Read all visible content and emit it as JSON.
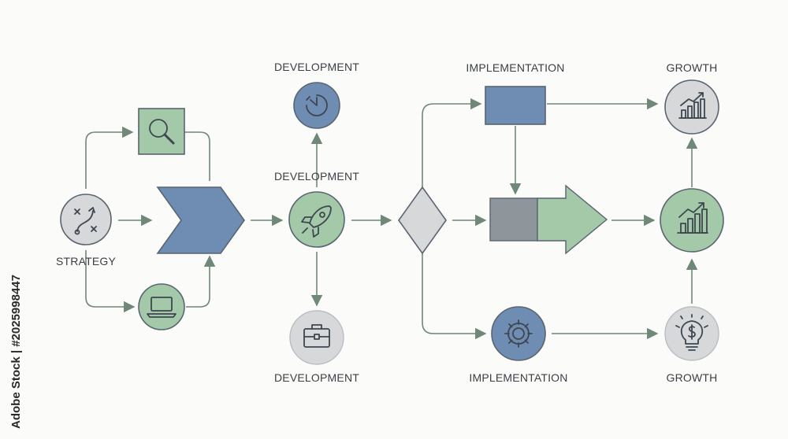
{
  "labels": {
    "strategy": "STRATEGY",
    "development_top": "DEVELOPMENT",
    "development_mid": "DEVELOPMENT",
    "development_bottom": "DEVELOPMENT",
    "implementation_top": "IMPLEMENTATION",
    "implementation_bottom": "IMPLEMENTATION",
    "growth_top": "GROWTH",
    "growth_bottom": "GROWTH"
  },
  "watermark": {
    "stock_id": "Adobe Stock | #2025998447"
  },
  "colors": {
    "blue": "#6f8db3",
    "green": "#a3c9a8",
    "gray": "#d6d8da",
    "dark_gray": "#8e969c",
    "stroke": "#59656f",
    "arrow": "#6f8877"
  },
  "nodes": [
    {
      "id": "strategy-circle",
      "icon": "strategy-play-icon",
      "fill": "gray"
    },
    {
      "id": "search-square",
      "icon": "magnifier-icon",
      "fill": "green"
    },
    {
      "id": "laptop-circle",
      "icon": "laptop-icon",
      "fill": "green"
    },
    {
      "id": "chevron",
      "icon": "",
      "fill": "blue"
    },
    {
      "id": "timer-circle",
      "icon": "timer-icon",
      "fill": "blue"
    },
    {
      "id": "rocket-circle",
      "icon": "rocket-icon",
      "fill": "green"
    },
    {
      "id": "briefcase-circle",
      "icon": "briefcase-icon",
      "fill": "gray"
    },
    {
      "id": "decision-diamond",
      "icon": "",
      "fill": "gray"
    },
    {
      "id": "implementation-rect",
      "icon": "",
      "fill": "blue"
    },
    {
      "id": "big-arrow",
      "icon": "",
      "fill": "green"
    },
    {
      "id": "gear-circle",
      "icon": "gear-icon",
      "fill": "blue"
    },
    {
      "id": "growth-chart-top",
      "icon": "bar-chart-icon",
      "fill": "gray"
    },
    {
      "id": "growth-chart-mid",
      "icon": "bar-chart-icon",
      "fill": "green"
    },
    {
      "id": "lightbulb-circle",
      "icon": "lightbulb-dollar-icon",
      "fill": "gray"
    }
  ]
}
